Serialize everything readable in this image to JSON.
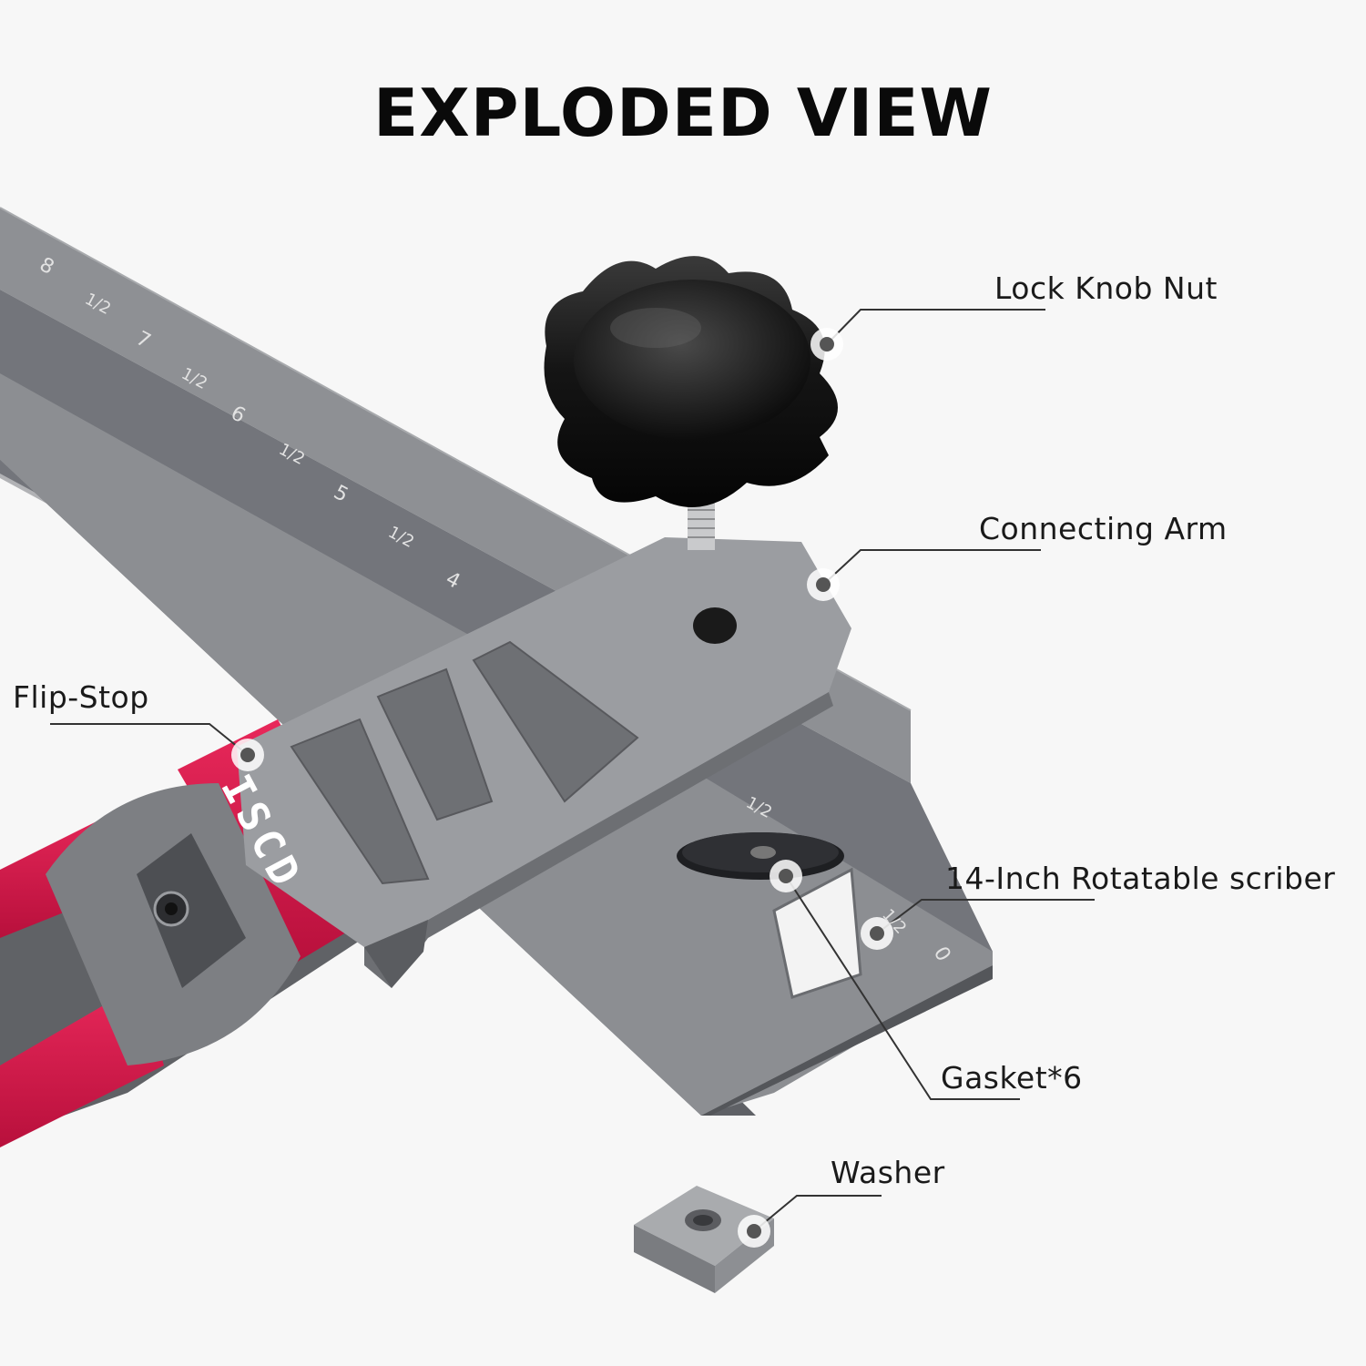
{
  "title": "EXPLODED VIEW",
  "brand": "ISCD",
  "ruler": {
    "scale_numbers": [
      "8",
      "7",
      "6",
      "5",
      "4",
      "0"
    ],
    "half_mark": "1/2"
  },
  "callouts": [
    {
      "id": "lock-knob-nut",
      "label": "Lock Knob Nut"
    },
    {
      "id": "connecting-arm",
      "label": "Connecting Arm"
    },
    {
      "id": "flip-stop",
      "label": "Flip-Stop"
    },
    {
      "id": "rotatable-scriber",
      "label": "14-Inch Rotatable scriber"
    },
    {
      "id": "gasket",
      "label": "Gasket*6"
    },
    {
      "id": "washer",
      "label": "Washer"
    }
  ],
  "colors": {
    "aluminum_dark": "#6f7176",
    "aluminum_mid": "#8a8c90",
    "aluminum_light": "#a3a5a8",
    "accent_red": "#d8174a",
    "knob_black": "#121212",
    "leader_line": "#333333"
  }
}
